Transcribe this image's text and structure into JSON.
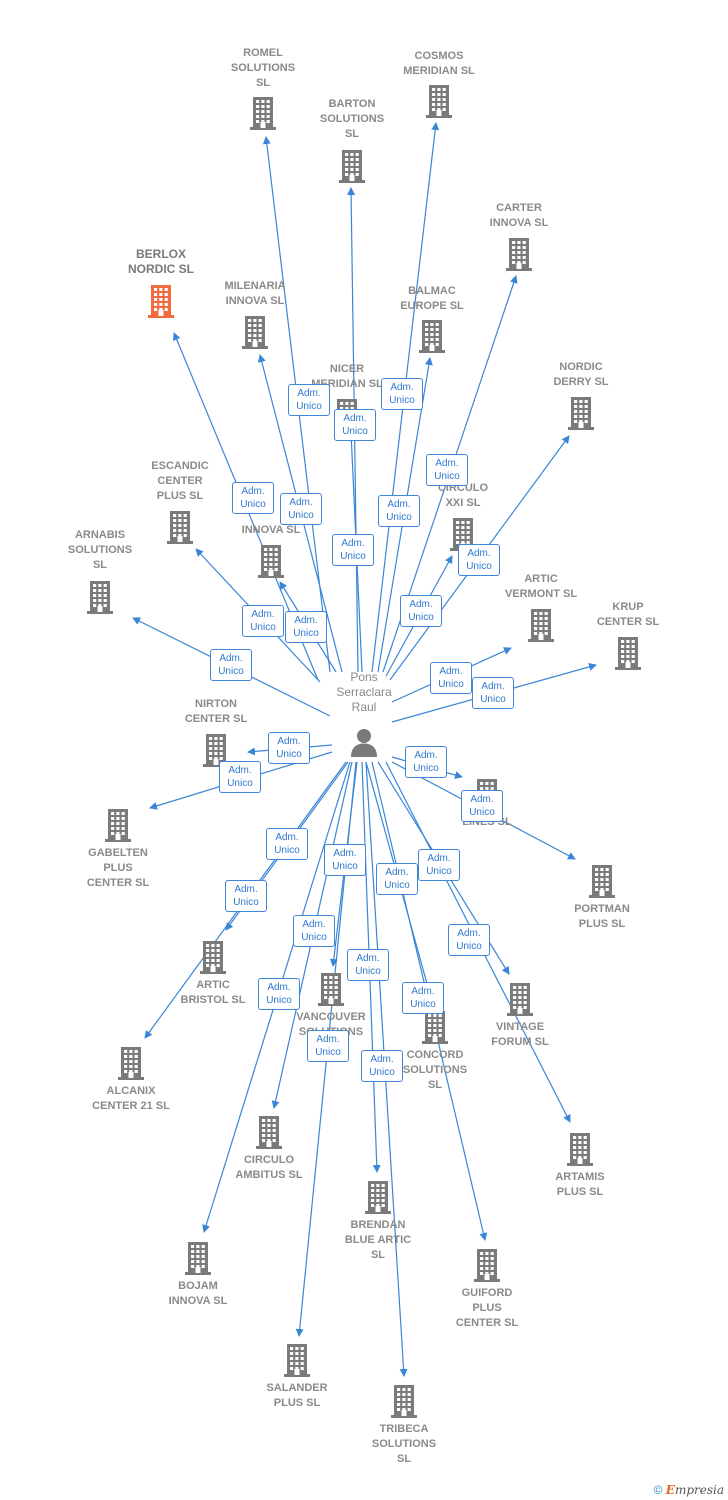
{
  "person": {
    "name": "Pons\nSerraclara\nRaul"
  },
  "role_label": {
    "line1": "Adm.",
    "line2": "Unico"
  },
  "colors": {
    "line": "#3a86d6",
    "building": "#7a7a7a",
    "highlight": "#f26a3d"
  },
  "companies": [
    {
      "id": "romel",
      "name": "ROMEL\nSOLUTIONS\nSL"
    },
    {
      "id": "cosmos",
      "name": "COSMOS\nMERIDIAN SL"
    },
    {
      "id": "barton",
      "name": "BARTON\nSOLUTIONS\nSL"
    },
    {
      "id": "carter",
      "name": "CARTER\nINNOVA SL"
    },
    {
      "id": "berlox",
      "name": "BERLOX\nNORDIC SL",
      "highlight": true
    },
    {
      "id": "milenaria",
      "name": "MILENARIA\nINNOVA SL"
    },
    {
      "id": "balmac",
      "name": "BALMAC\nEUROPE SL"
    },
    {
      "id": "nicer",
      "name": "NICER\nMERIDIAN SL"
    },
    {
      "id": "nordic",
      "name": "NORDIC\nDERRY SL"
    },
    {
      "id": "escandic",
      "name": "ESCANDIC\nCENTER\nPLUS SL"
    },
    {
      "id": "circulo21",
      "name": "CIRCULO\nXXI SL"
    },
    {
      "id": "innova2",
      "name": "INNOVA SL"
    },
    {
      "id": "arnabis",
      "name": "ARNABIS\nSOLUTIONS\nSL"
    },
    {
      "id": "articv",
      "name": "ARTIC\nVERMONT SL"
    },
    {
      "id": "krup",
      "name": "KRUP\nCENTER SL"
    },
    {
      "id": "nirton",
      "name": "NIRTON\nCENTER SL"
    },
    {
      "id": "lines",
      "name": "LINES SL"
    },
    {
      "id": "gabelten",
      "name": "GABELTEN\nPLUS\nCENTER SL"
    },
    {
      "id": "portman",
      "name": "PORTMAN\nPLUS SL"
    },
    {
      "id": "articb",
      "name": "ARTIC\nBRISTOL SL"
    },
    {
      "id": "vancouver",
      "name": "VANCOUVER\nSOLUTIONS"
    },
    {
      "id": "vintage",
      "name": "VINTAGE\nFORUM SL"
    },
    {
      "id": "concord",
      "name": "CONCORD\nSOLUTIONS\nSL"
    },
    {
      "id": "alcanix",
      "name": "ALCANIX\nCENTER 21 SL"
    },
    {
      "id": "ambitus",
      "name": "CIRCULO\nAMBITUS SL"
    },
    {
      "id": "artamis",
      "name": "ARTAMIS\nPLUS SL"
    },
    {
      "id": "brendan",
      "name": "BRENDAN\nBLUE ARTIC\nSL"
    },
    {
      "id": "bojam",
      "name": "BOJAM\nINNOVA SL"
    },
    {
      "id": "guiford",
      "name": "GUIFORD\nPLUS\nCENTER SL"
    },
    {
      "id": "salander",
      "name": "SALANDER\nPLUS SL"
    },
    {
      "id": "tribeca",
      "name": "TRIBECA\nSOLUTIONS\nSL"
    }
  ],
  "footer": {
    "copyright": "©",
    "brand_initial": "E",
    "brand_rest": "mpresia"
  }
}
